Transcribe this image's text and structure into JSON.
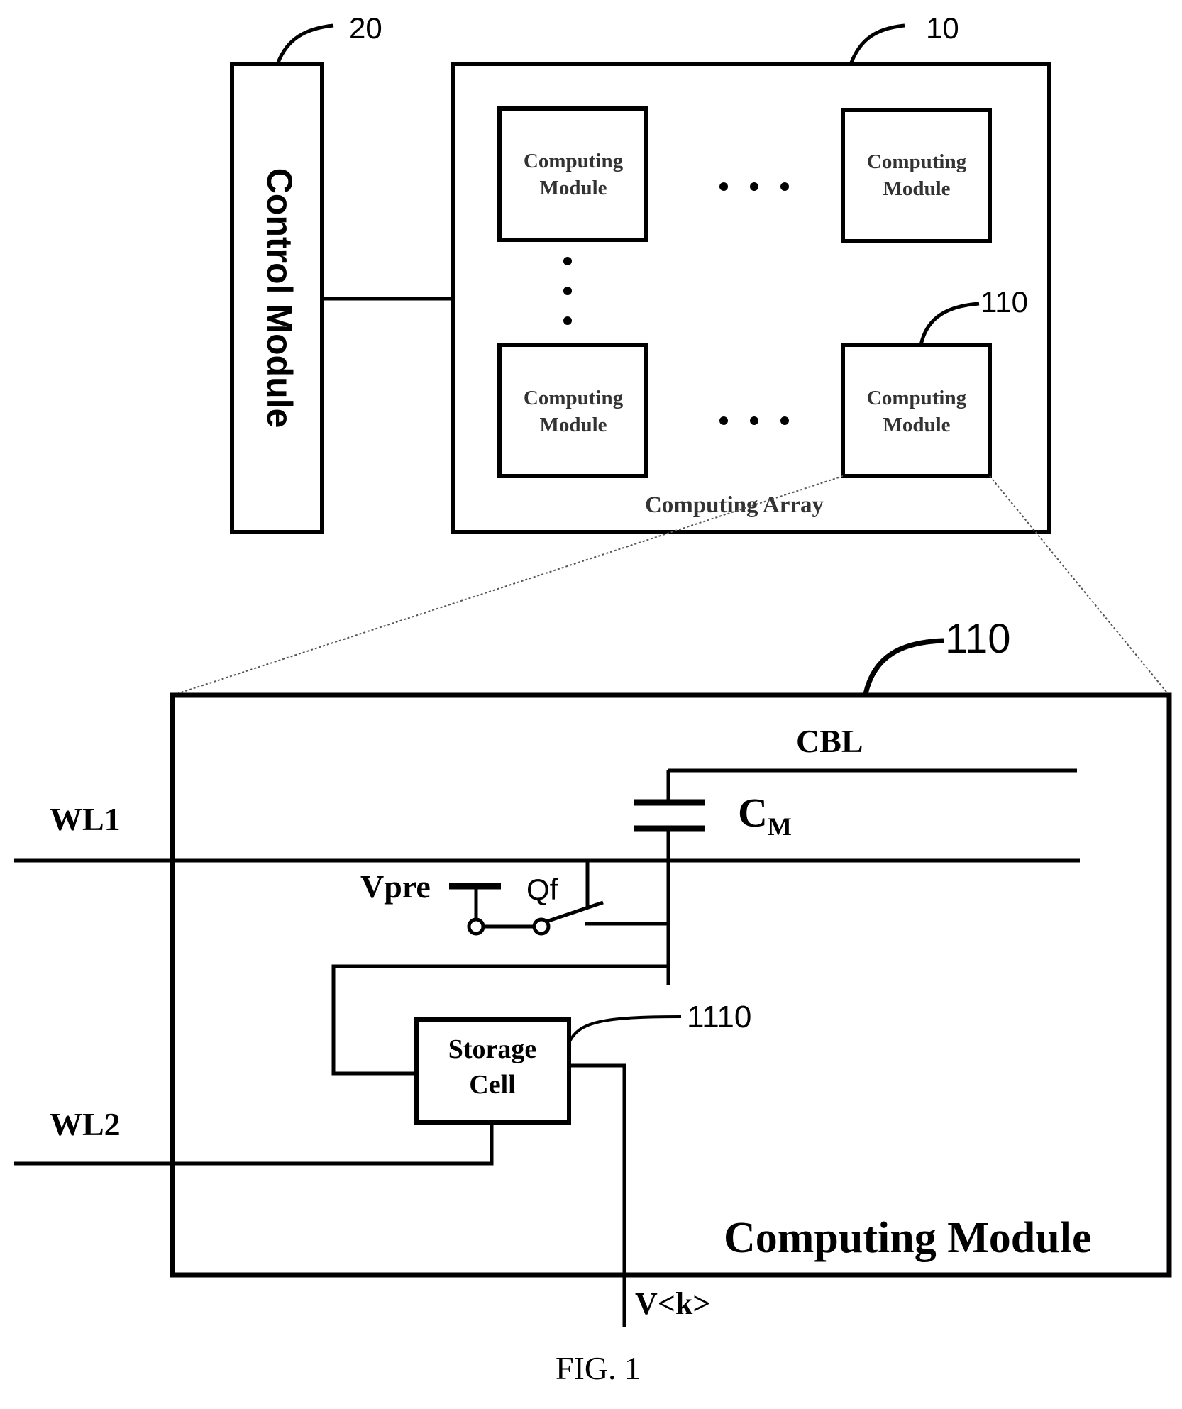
{
  "control_module": {
    "ref": "20",
    "label": "Control Module"
  },
  "computing_array": {
    "ref": "10",
    "label": "Computing Array",
    "module_label_line1": "Computing",
    "module_label_line2": "Module",
    "module_ref": "110",
    "horizontal_ellipsis": "• • •",
    "vertical_ellipsis": "•\n•\n•"
  },
  "detail": {
    "ref": "110",
    "title": "Computing Module",
    "cbl": "CBL",
    "cm_base": "C",
    "cm_sub": "M",
    "wl1": "WL1",
    "wl2": "WL2",
    "vpre": "Vpre",
    "qf": "Qf",
    "storage_line1": "Storage",
    "storage_line2": "Cell",
    "storage_ref": "1110",
    "vk": "V<k>"
  },
  "caption": "FIG. 1"
}
